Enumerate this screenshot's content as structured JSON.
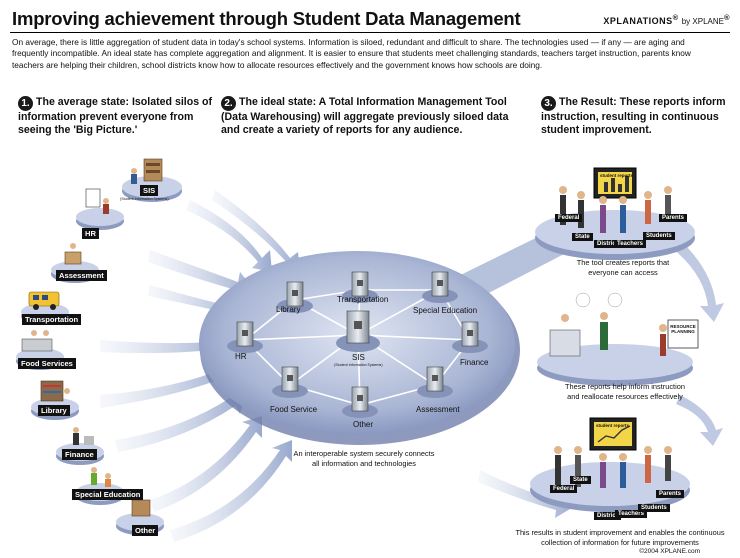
{
  "header": {
    "title": "Improving achievement through Student Data Management",
    "brand": "XPLANATIONS",
    "brand_suffix": "by XPLANE"
  },
  "intro": "On average, there is little aggregation of student data in today's school systems. Information is siloed, redundant and difficult to share. The technologies used — if any — are aging and frequently incompatible. An ideal state has complete aggregation and alignment. It is easier to ensure that students meet challenging standards, teachers target instruction, parents know teachers are helping their children, school districts know how to allocate resources effectively and the government knows how schools are doing.",
  "steps": [
    {
      "number": "1.",
      "title": "The average state: Isolated silos of information prevent everyone from seeing the 'Big Picture.'"
    },
    {
      "number": "2.",
      "title": "The ideal state: A Total Information Management Tool (Data Warehousing) will aggregate previously siloed data and create a variety of reports for any audience."
    },
    {
      "number": "3.",
      "title": "The Result: These reports inform instruction, resulting in continuous student improvement."
    }
  ],
  "silos": [
    {
      "label": "SIS",
      "sub": "(Student Information Systems)"
    },
    {
      "label": "HR"
    },
    {
      "label": "Assessment"
    },
    {
      "label": "Transportation"
    },
    {
      "label": "Food Services"
    },
    {
      "label": "Library"
    },
    {
      "label": "Finance"
    },
    {
      "label": "Special Education"
    },
    {
      "label": "Other"
    }
  ],
  "hub_nodes": [
    {
      "label": "Transportation"
    },
    {
      "label": "Library"
    },
    {
      "label": "Special Education"
    },
    {
      "label": "HR"
    },
    {
      "label": "SIS",
      "sub": "(Student Information Systems)"
    },
    {
      "label": "Finance"
    },
    {
      "label": "Food Service"
    },
    {
      "label": "Other"
    },
    {
      "label": "Assessment"
    }
  ],
  "hub_caption": "An interoperable system securely connects all information and technologies",
  "result_captions": [
    "The tool creates reports that everyone can access",
    "These reports help inform instruction and reallocate resources effectively",
    "This results in student improvement and enables the continuous collection of information for future improvements"
  ],
  "audience_tags": [
    "Federal",
    "State",
    "District",
    "Teachers",
    "Students",
    "Parents"
  ],
  "sign_text": "RESOURCE PLANNING",
  "screen_text": "student reports",
  "copyright": "©2004 XPLANE.com"
}
